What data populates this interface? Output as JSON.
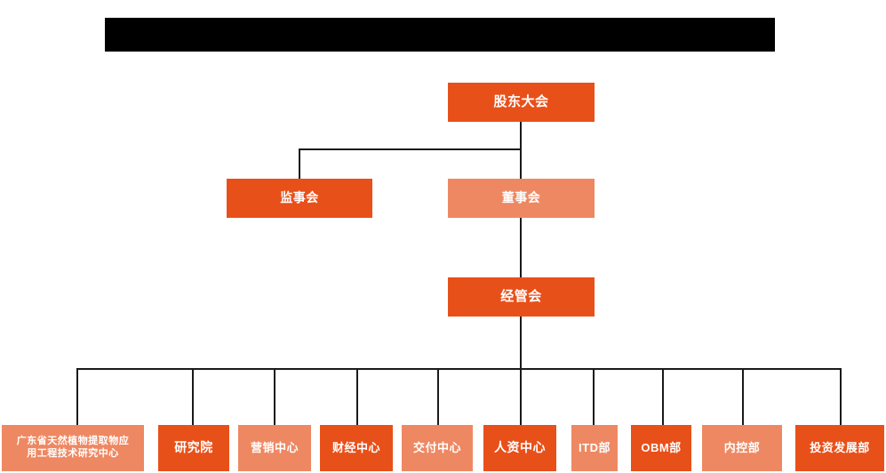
{
  "chart_title_redacted": true,
  "redaction_bar": {
    "name": "redacted-title-bar",
    "color": "#000000"
  },
  "palette": {
    "dark_orange": "#e8501a",
    "light_orange": "#ee8862",
    "connector": "#1a1a1a",
    "text": "#ffffff",
    "background": "#ffffff"
  },
  "tiers": {
    "tier1": {
      "shareholders_meeting": {
        "label": "股东大会",
        "tone": "dark"
      }
    },
    "tier2": {
      "board_of_supervisors": {
        "label": "监事会",
        "tone": "dark"
      },
      "board_of_directors": {
        "label": "董事会",
        "tone": "light"
      }
    },
    "tier3": {
      "management_committee": {
        "label": "经管会",
        "tone": "dark"
      }
    }
  },
  "departments": [
    {
      "label": "广东省天然植物提取物应\n用工程技术研究中心",
      "tone": "light"
    },
    {
      "label": "研究院",
      "tone": "dark"
    },
    {
      "label": "营销中心",
      "tone": "light"
    },
    {
      "label": "财经中心",
      "tone": "dark"
    },
    {
      "label": "交付中心",
      "tone": "light"
    },
    {
      "label": "人资中心",
      "tone": "dark"
    },
    {
      "label": "ITD部",
      "tone": "light"
    },
    {
      "label": "OBM部",
      "tone": "dark"
    },
    {
      "label": "内控部",
      "tone": "light"
    },
    {
      "label": "投资发展部",
      "tone": "dark"
    }
  ]
}
